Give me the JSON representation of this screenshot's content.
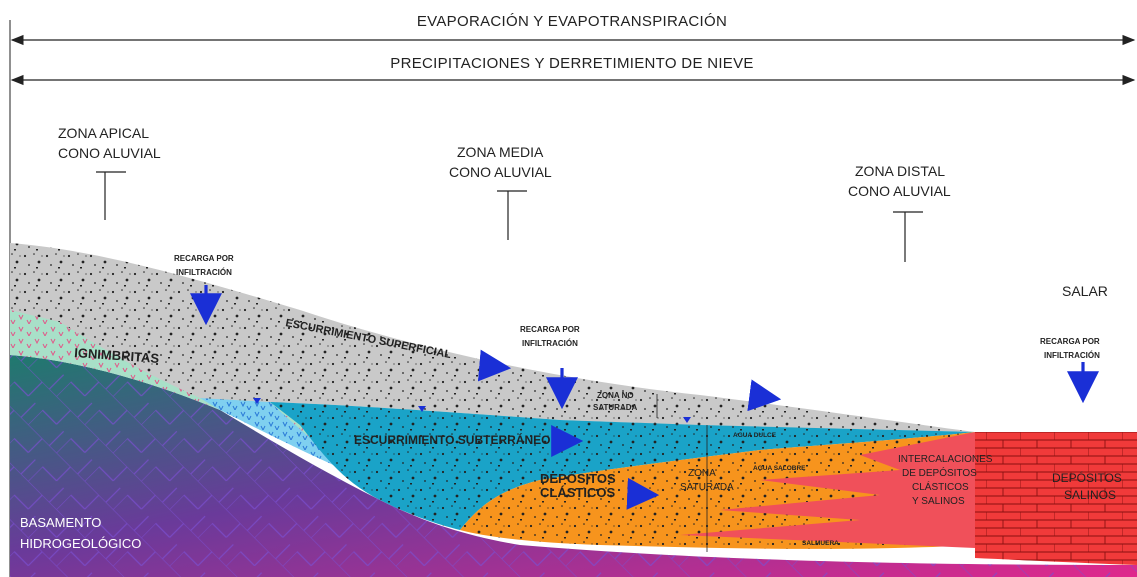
{
  "header": {
    "evap_label": "EVAPORACIÓN Y EVAPOTRANSPIRACIÓN",
    "precip_label": "PRECIPITACIONES Y DERRETIMIENTO DE NIEVE"
  },
  "zones": {
    "apical_line1": "ZONA APICAL",
    "apical_line2": "CONO ALUVIAL",
    "media_line1": "ZONA MEDIA",
    "media_line2": "CONO ALUVIAL",
    "distal_line1": "ZONA DISTAL",
    "distal_line2": "CONO ALUVIAL",
    "salar": "SALAR"
  },
  "recharge": {
    "line1": "RECARGA POR",
    "line2": "INFILTRACIÓN"
  },
  "labels": {
    "escurrimiento_superficial": "ESCURRIMIENTO SUPERFICIAL",
    "ignimbritas": "IGNIMBRITAS",
    "zona_no_saturada_1": "ZONA NO",
    "zona_no_saturada_2": "SATURADA",
    "escurrimiento_subterraneo": "ESCURRIMIENTO SUBTERRÁNEO",
    "agua_dulce": "AGUA DULCE",
    "agua_salobre": "AGUA SALOBRE",
    "depositos_clasticos_1": "DEPÓSITOS",
    "depositos_clasticos_2": "CLÁSTICOS",
    "zona_saturada_1": "ZONA",
    "zona_saturada_2": "SATURADA",
    "salmuera": "SALMUERA",
    "intercalaciones_1": "INTERCALACIONES",
    "intercalaciones_2": "DE DEPÓSITOS",
    "intercalaciones_3": "CLÁSTICOS",
    "intercalaciones_4": "Y SALINOS",
    "depositos_salinos_1": "DEPÓSITOS",
    "depositos_salinos_2": "SALINOS",
    "basamento_1": "BASAMENTO",
    "basamento_2": "HIDROGEOLÓGICO"
  },
  "colors": {
    "alluvium": "#c9c9c9",
    "ignimbrite": "#a8e0c8",
    "aquifer_fresh": "#1aa3c8",
    "aquifer_saline": "#f7941d",
    "brine": "#f0505a",
    "salt_deposits": "#f03a3a",
    "basement_start": "#1f7a6e",
    "basement_end": "#e0288c",
    "flow_arrow": "#1a2fd6"
  }
}
